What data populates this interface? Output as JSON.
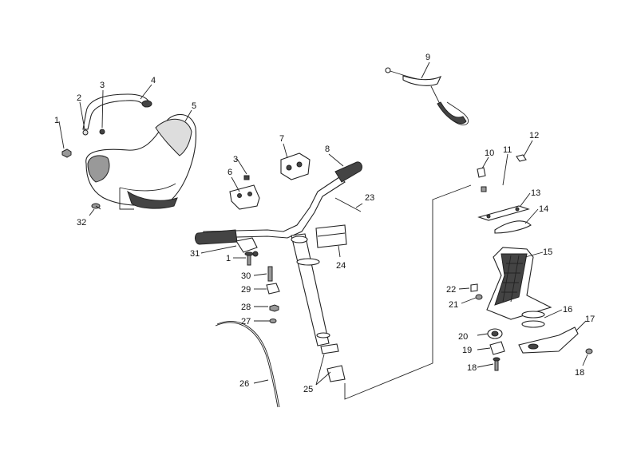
{
  "labels": {
    "p1a": "1",
    "p1b": "1",
    "p2": "2",
    "p3a": "3",
    "p3b": "3",
    "p4": "4",
    "p5": "5",
    "p6": "6",
    "p7": "7",
    "p8": "8",
    "p9": "9",
    "p10": "10",
    "p11": "11",
    "p12": "12",
    "p13": "13",
    "p14": "14",
    "p15": "15",
    "p16": "16",
    "p17": "17",
    "p18a": "18",
    "p18b": "18",
    "p19": "19",
    "p20": "20",
    "p21": "21",
    "p22": "22",
    "p23": "23",
    "p24": "24",
    "p25": "25",
    "p26": "26",
    "p27": "27",
    "p28": "28",
    "p29": "29",
    "p30": "30",
    "p31": "31",
    "p32": "32"
  }
}
